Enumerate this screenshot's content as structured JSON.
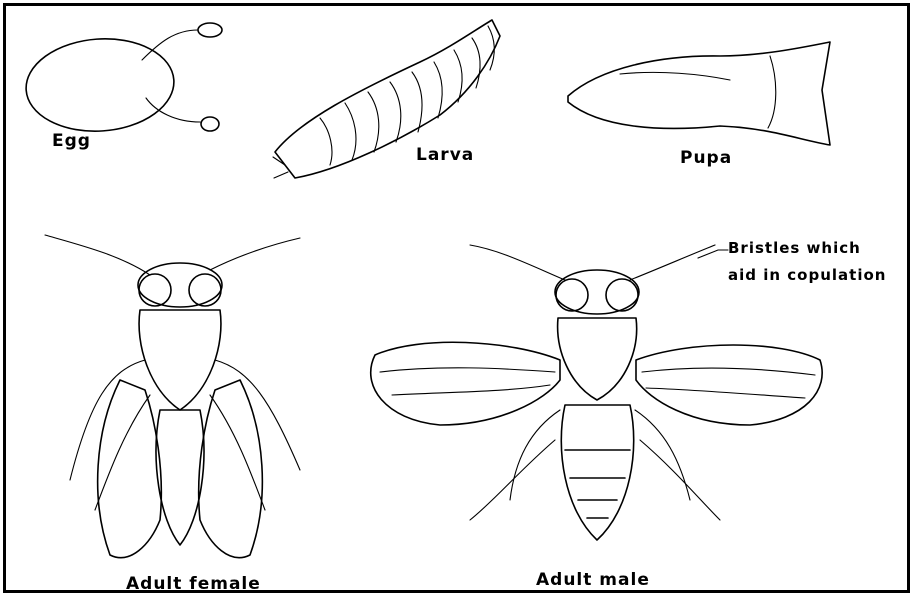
{
  "labels": {
    "egg": "Egg",
    "larva": "Larva",
    "pupa": "Pupa",
    "adult_female": "Adult female",
    "adult_male": "Adult male",
    "bristles_line1": "Bristles which",
    "bristles_line2": "aid in copulation"
  },
  "colors": {
    "ink": "#000000",
    "background": "#ffffff"
  }
}
